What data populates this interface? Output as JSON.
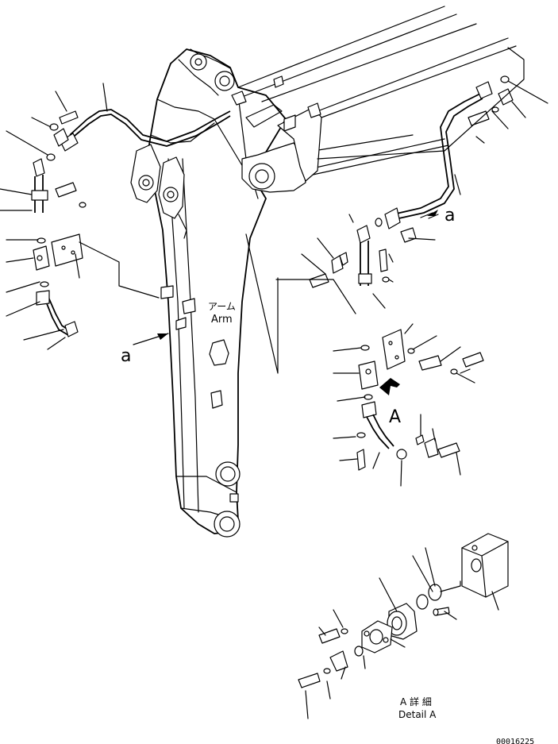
{
  "labels": {
    "arm_jp": "アーム",
    "arm_en": "Arm",
    "ref_a_left": "a",
    "ref_a_right": "a",
    "view_a": "A",
    "detail_jp": "A 詳 細",
    "detail_en": "Detail A",
    "drawing_no": "00016225"
  }
}
